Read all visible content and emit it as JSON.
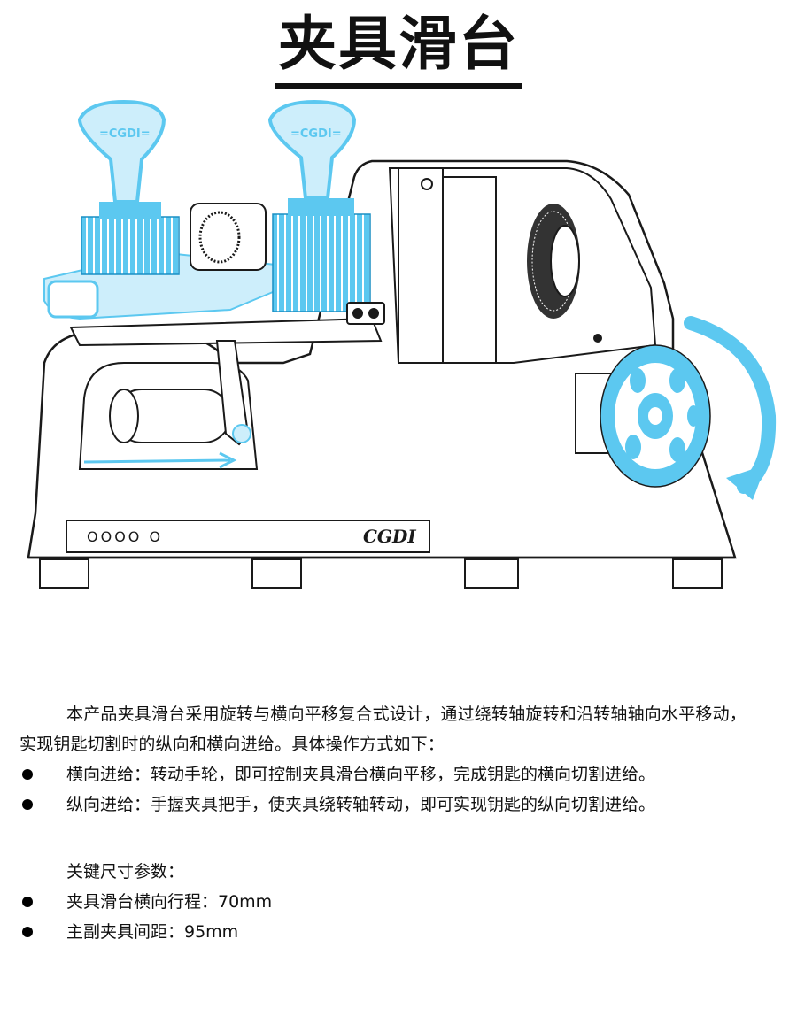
{
  "title": "夹具滑台",
  "figure": {
    "brand_logo": "CGDI",
    "panel_text": "OOOO O",
    "colors": {
      "accent": "#5cc8f0",
      "accent_light": "#cdeefb",
      "line": "#1a1a1a",
      "dark": "#222222"
    }
  },
  "intro_paragraph": "本产品夹具滑台采用旋转与横向平移复合式设计，通过绕转轴旋转和沿转轴轴向水平移动，实现钥匙切割时的纵向和横向进给。具体操作方式如下：",
  "operations": [
    "横向进给：转动手轮，即可控制夹具滑台横向平移，完成钥匙的横向切割进给。",
    "纵向进给：手握夹具把手，使夹具绕转轴转动，即可实现钥匙的纵向切割进给。"
  ],
  "params_heading": "关键尺寸参数：",
  "params": [
    "夹具滑台横向行程：70mm",
    "主副夹具间距：95mm"
  ]
}
